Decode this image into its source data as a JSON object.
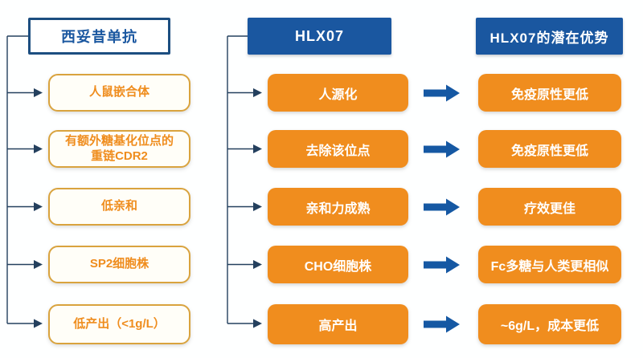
{
  "diagram": {
    "headers": {
      "left": "西妥昔单抗",
      "middle": "HLX07",
      "right": "HLX07的潜在优势"
    },
    "rows": [
      {
        "left": "人鼠嵌合体",
        "middle": "人源化",
        "right": "免疫原性更低"
      },
      {
        "left": "有额外糖基化位点的\n重链CDR2",
        "middle": "去除该位点",
        "right": "免疫原性更低"
      },
      {
        "left": "低亲和",
        "middle": "亲和力成熟",
        "right": "疗效更佳"
      },
      {
        "left": "SP2细胞株",
        "middle": "CHO细胞株",
        "right": "Fc多糖与人类更相似"
      },
      {
        "left": "低产出（<1g/L）",
        "middle": "高产出",
        "right": "~6g/L，成本更低"
      }
    ],
    "icons": {
      "flow_arrow": "block-arrow-right-icon",
      "connector": "thin-arrow-right-icon"
    },
    "colors": {
      "blue": "#1a57a0",
      "orange": "#f08d1e",
      "left_box_border": "#d9a33e",
      "left_box_text": "#ef8d1e",
      "connector_line": "#24405e",
      "background": "#feffff"
    }
  }
}
